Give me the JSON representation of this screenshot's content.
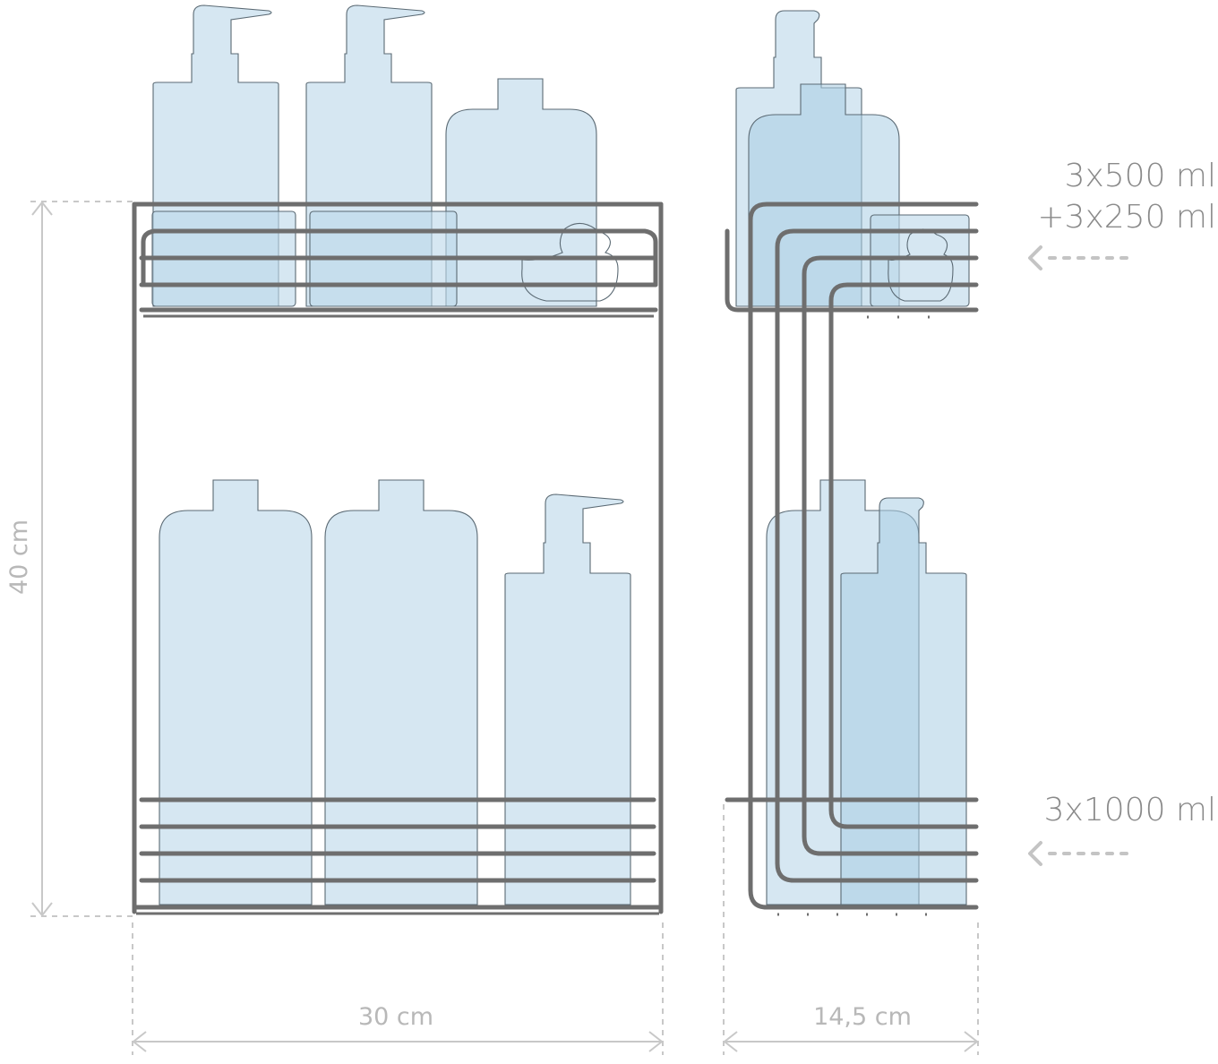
{
  "dimensions": {
    "height_label": "40 cm",
    "width_label": "30 cm",
    "depth_label": "14,5 cm"
  },
  "capacities": {
    "upper_line1": "3x500 ml",
    "upper_line2": "+3x250 ml",
    "lower": "3x1000 ml"
  },
  "colors": {
    "bottle_fill": "#bdd8ea",
    "wire": "#6e6e6e",
    "dimension": "#c8c8c8",
    "caption": "#8a8a8a"
  }
}
